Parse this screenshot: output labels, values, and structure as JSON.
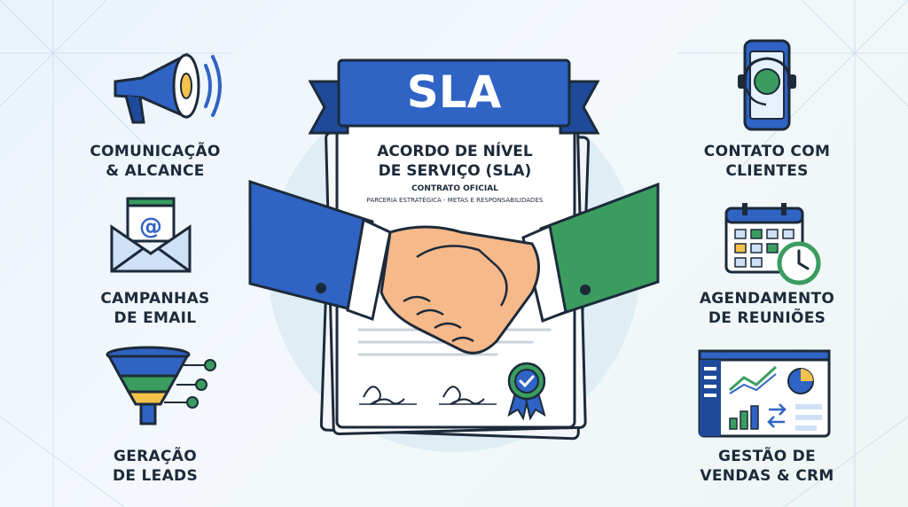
{
  "banner": {
    "text": "SLA"
  },
  "document": {
    "title_line1": "ACORDO DE NÍVEL",
    "title_line2": "DE SERVIÇO (SLA)",
    "subtitle": "CONTRATO OFICIAL",
    "tagline": "PARCERIA ESTRATÉGICA - METAS E RESPONSABILIDADES"
  },
  "left_items": [
    {
      "line1": "COMUNICAÇÃO",
      "line2": "& ALCANCE",
      "icon": "megaphone-icon"
    },
    {
      "line1": "CAMPANHAS",
      "line2": "DE EMAIL",
      "icon": "email-envelope-icon"
    },
    {
      "line1": "GERAÇÃO",
      "line2": "DE LEADS",
      "icon": "funnel-icon"
    }
  ],
  "right_items": [
    {
      "line1": "CONTATO COM",
      "line2": "CLIENTES",
      "icon": "phone-headset-icon"
    },
    {
      "line1": "AGENDAMENTO",
      "line2": "DE REUNIÕES",
      "icon": "calendar-clock-icon"
    },
    {
      "line1": "GESTÃO DE",
      "line2": "VENDAS & CRM",
      "icon": "dashboard-icon"
    }
  ],
  "colors": {
    "blue": "#2f63c4",
    "dark_blue": "#1f4a9a",
    "green": "#3a9d5f",
    "outline": "#1c2a3a",
    "skin": "#f6b98a"
  }
}
